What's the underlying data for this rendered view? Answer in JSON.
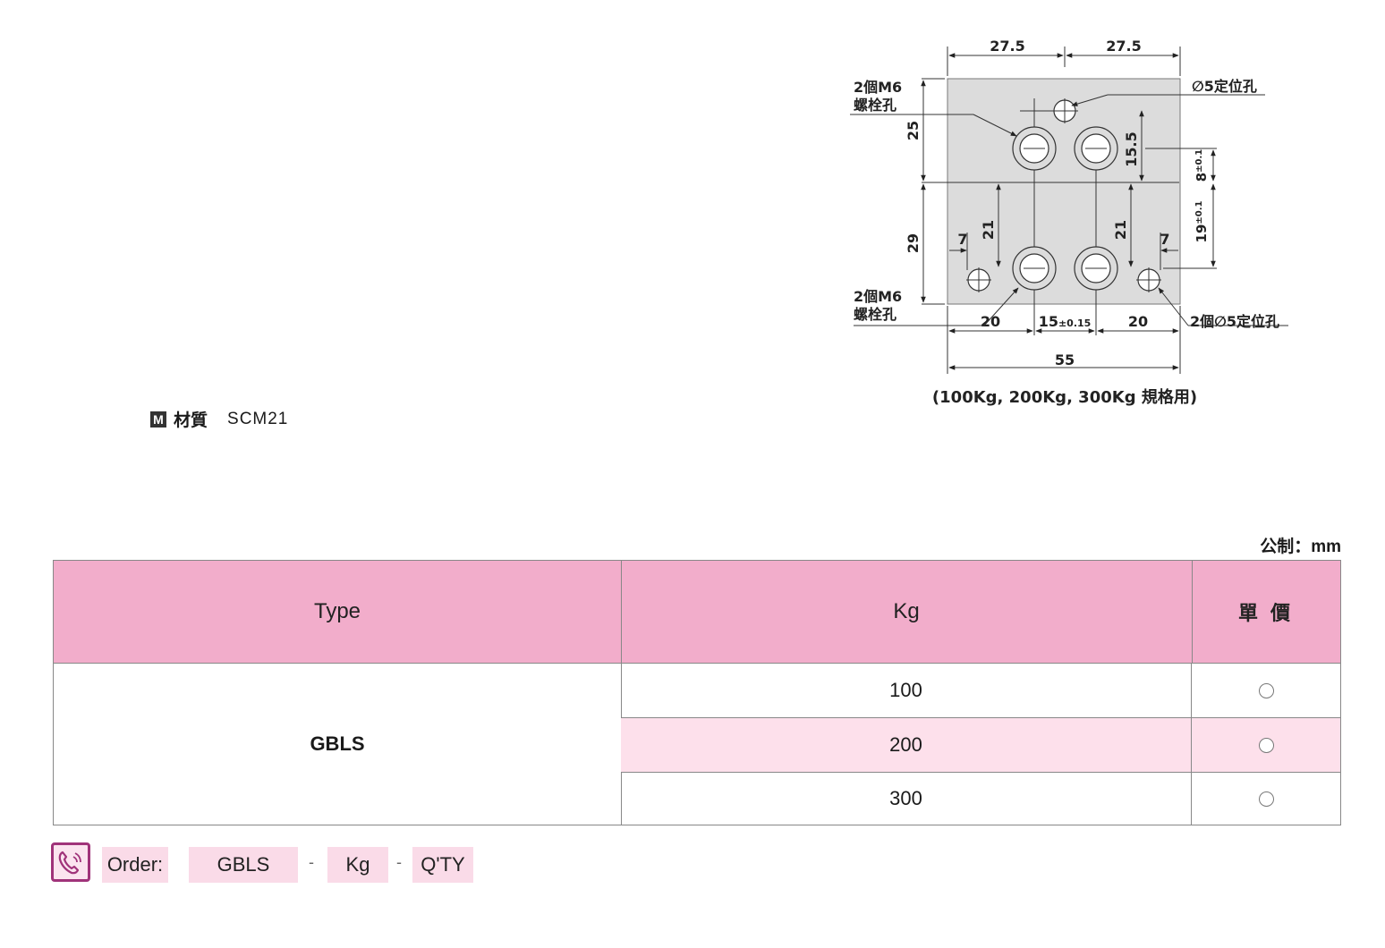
{
  "drawing": {
    "dims": {
      "top_left": "27.5",
      "top_right": "27.5",
      "left_upper": "25",
      "left_lower": "29",
      "inner_upper": "15.5",
      "right_upper_main": "8",
      "right_upper_tol": "±0.1",
      "right_lower_main": "19",
      "right_lower_tol": "±0.1",
      "left_21": "21",
      "right_21": "21",
      "left_7": "7",
      "right_7": "7",
      "bottom_left": "20",
      "bottom_mid_main": "15",
      "bottom_mid_tol": "±0.15",
      "bottom_right": "20",
      "overall": "55"
    },
    "labels": {
      "bolt_top_line1": "2個M6",
      "bolt_top_line2": "螺栓孔",
      "bolt_bottom_line1": "2個M6",
      "bolt_bottom_line2": "螺栓孔",
      "pin_top": "∅5定位孔",
      "pin_bottom": "2個∅5定位孔"
    },
    "caption": "(100Kg, 200Kg, 300Kg 規格用)"
  },
  "material": {
    "badge": "M",
    "label": "材質",
    "value": "SCM21"
  },
  "unit": "公制：mm",
  "table": {
    "headers": {
      "type": "Type",
      "kg": "Kg",
      "price": "單 價"
    },
    "type_value": "GBLS",
    "rows": [
      {
        "kg": "100",
        "price": "circle"
      },
      {
        "kg": "200",
        "price": "circle"
      },
      {
        "kg": "300",
        "price": "circle"
      }
    ]
  },
  "order": {
    "icon": "phone-icon",
    "label": "Order:",
    "fields": [
      "GBLS",
      "Kg",
      "Q'TY"
    ],
    "separator": "-"
  },
  "colors": {
    "header_pink": "#f2adcb",
    "row_pink": "#fde0eb",
    "icon_purple": "#a0337a",
    "plate_gray": "#dcdcdc"
  }
}
